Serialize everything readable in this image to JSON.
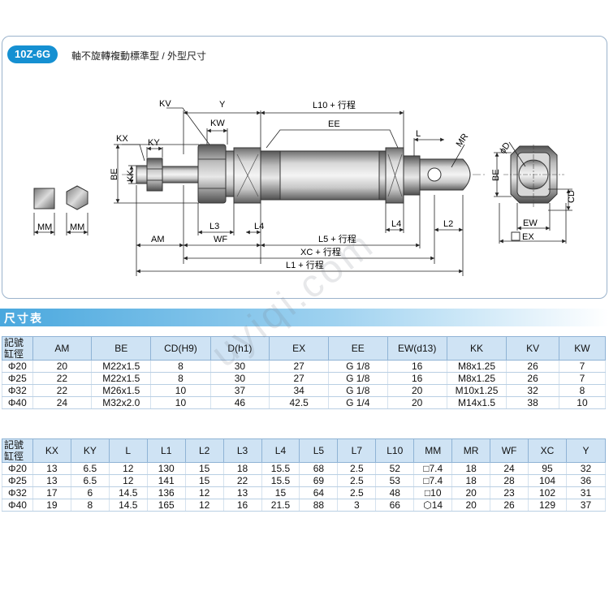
{
  "header": {
    "model": "10Z-6G",
    "subtitle": "軸不旋轉複動標準型 / 外型尺寸"
  },
  "drawing": {
    "labels": {
      "KV": "KV",
      "Y": "Y",
      "L10": "L10 + 行程",
      "KW": "KW",
      "EE": "EE",
      "KX": "KX",
      "KY": "KY",
      "L": "L",
      "MR": "MR",
      "D": "ϕD",
      "BE_left": "BE",
      "KK": "KK",
      "BE_right": "BE",
      "CD": "CD",
      "L3": "L3",
      "L4_left": "L4",
      "L4_right": "L4",
      "L2": "L2",
      "EW": "EW",
      "EX": "EX",
      "AM": "AM",
      "WF": "WF",
      "L5": "L5 + 行程",
      "XC": "XC + 行程",
      "L1": "L1 + 行程",
      "MM_square": "MM",
      "MM_hex": "MM"
    }
  },
  "section_title": "尺寸表",
  "table1": {
    "corner_top": "記號",
    "corner_bottom": "缸徑",
    "headers": [
      "AM",
      "BE",
      "CD(H9)",
      "D(h1)",
      "EX",
      "EE",
      "EW(d13)",
      "KK",
      "KV",
      "KW"
    ],
    "rows": [
      {
        "bore": "Φ20",
        "cells": [
          "20",
          "M22x1.5",
          "8",
          "30",
          "27",
          "G 1/8",
          "16",
          "M8x1.25",
          "26",
          "7"
        ]
      },
      {
        "bore": "Φ25",
        "cells": [
          "22",
          "M22x1.5",
          "8",
          "30",
          "27",
          "G 1/8",
          "16",
          "M8x1.25",
          "26",
          "7"
        ]
      },
      {
        "bore": "Φ32",
        "cells": [
          "22",
          "M26x1.5",
          "10",
          "37",
          "34",
          "G 1/8",
          "20",
          "M10x1.25",
          "32",
          "8"
        ]
      },
      {
        "bore": "Φ40",
        "cells": [
          "24",
          "M32x2.0",
          "10",
          "46",
          "42.5",
          "G 1/4",
          "20",
          "M14x1.5",
          "38",
          "10"
        ]
      }
    ]
  },
  "table2": {
    "corner_top": "記號",
    "corner_bottom": "缸徑",
    "headers": [
      "KX",
      "KY",
      "L",
      "L1",
      "L2",
      "L3",
      "L4",
      "L5",
      "L7",
      "L10",
      "MM",
      "MR",
      "WF",
      "XC",
      "Y"
    ],
    "rows": [
      {
        "bore": "Φ20",
        "cells": [
          "13",
          "6.5",
          "12",
          "130",
          "15",
          "18",
          "15.5",
          "68",
          "2.5",
          "52",
          "□7.4",
          "18",
          "24",
          "95",
          "32"
        ]
      },
      {
        "bore": "Φ25",
        "cells": [
          "13",
          "6.5",
          "12",
          "141",
          "15",
          "22",
          "15.5",
          "69",
          "2.5",
          "53",
          "□7.4",
          "18",
          "28",
          "104",
          "36"
        ]
      },
      {
        "bore": "Φ32",
        "cells": [
          "17",
          "6",
          "14.5",
          "136",
          "12",
          "13",
          "15",
          "64",
          "2.5",
          "48",
          "□10",
          "20",
          "23",
          "102",
          "31"
        ]
      },
      {
        "bore": "Φ40",
        "cells": [
          "19",
          "8",
          "14.5",
          "165",
          "12",
          "16",
          "21.5",
          "88",
          "3",
          "66",
          "⬡14",
          "20",
          "26",
          "129",
          "37"
        ]
      }
    ]
  },
  "watermark": "uyiqi.com",
  "colors": {
    "badge": "#1590d2",
    "header_fill": "#cfe3f4",
    "section_bar": "#4aa8de"
  }
}
